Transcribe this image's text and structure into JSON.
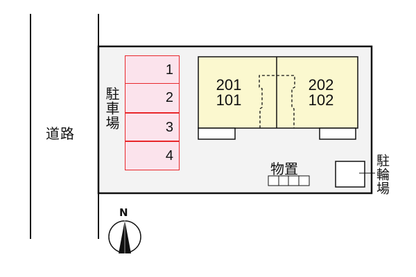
{
  "road_label": "道路",
  "parking": {
    "label": "駐車場",
    "spaces": [
      "1",
      "2",
      "3",
      "4"
    ]
  },
  "building": {
    "left_units": {
      "upper": "201",
      "lower": "101"
    },
    "right_units": {
      "upper": "202",
      "lower": "102"
    }
  },
  "storage_label": "物置",
  "bicycle_parking_label": "駐輪場",
  "compass_label": "N",
  "colors": {
    "parking_fill": "#fbe3ec",
    "parking_border": "#e8262a",
    "building_fill": "#fbf8cf",
    "lot_fill": "#f3f3f3"
  }
}
